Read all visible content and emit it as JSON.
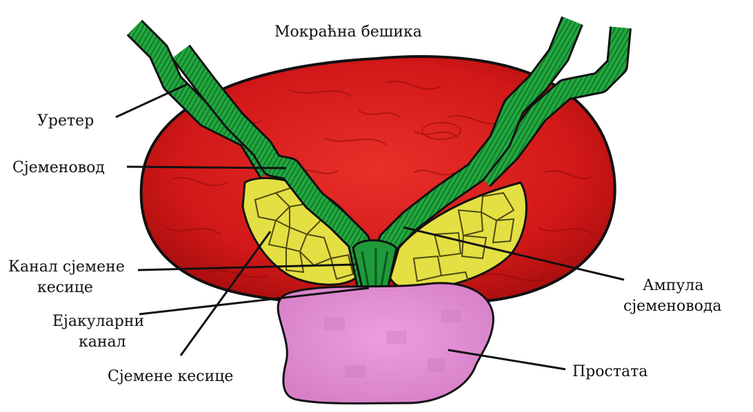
{
  "labels": {
    "bladder": "Мокраћна бешика",
    "ureter": "Уретер",
    "vas_deferens": "Сјеменовод",
    "seminal_duct_line1": "Канал сјемене",
    "seminal_duct_line2": "кесице",
    "ejaculatory_line1": "Ејакуларни",
    "ejaculatory_line2": "канал",
    "seminal_vesicles": "Сјемене кесице",
    "ampulla_line1": "Ампула",
    "ampulla_line2": "сјеменовода",
    "prostate": "Простата"
  },
  "colors": {
    "bladder": "#d81a1a",
    "bladder_dark": "#8e0a0a",
    "vas": "#1f9a3a",
    "vas_dark": "#0b5a1c",
    "vesicle": "#e6e24a",
    "vesicle_dark": "#a9a51e",
    "prostate": "#e690d8",
    "prostate_dark": "#b466a6",
    "outline": "#111111"
  }
}
